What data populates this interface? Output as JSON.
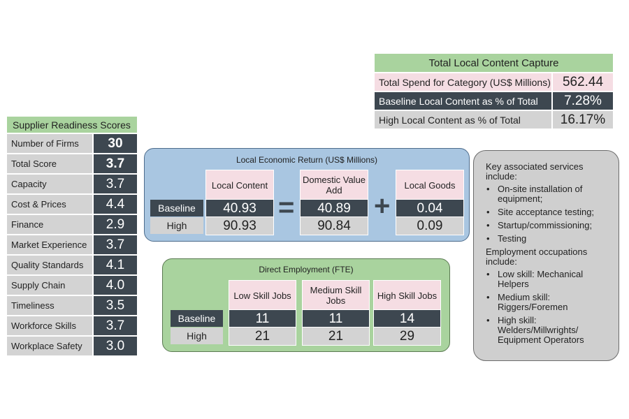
{
  "supplier_readiness": {
    "title": "Supplier Readiness Scores",
    "rows": [
      {
        "label": "Number of Firms",
        "value": "30"
      },
      {
        "label": "Total Score",
        "value": "3.7"
      },
      {
        "label": "Capacity",
        "value": "3.7"
      },
      {
        "label": "Cost & Prices",
        "value": "4.4"
      },
      {
        "label": "Finance",
        "value": "2.9"
      },
      {
        "label": "Market Experience",
        "value": "3.7"
      },
      {
        "label": "Quality Standards",
        "value": "4.1"
      },
      {
        "label": "Supply Chain",
        "value": "4.0"
      },
      {
        "label": "Timeliness",
        "value": "3.5"
      },
      {
        "label": "Workforce Skills",
        "value": "3.7"
      },
      {
        "label": "Workplace Safety",
        "value": "3.0"
      }
    ]
  },
  "total_local_content": {
    "title": "Total Local Content Capture",
    "rows": [
      {
        "label": "Total Spend for Category (US$ Millions)",
        "value": "562.44"
      },
      {
        "label": "Baseline Local Content as % of Total",
        "value": "7.28%"
      },
      {
        "label": "High Local Content as % of Total",
        "value": "16.17%"
      }
    ]
  },
  "local_economic_return": {
    "title": "Local Economic Return (US$ Millions)",
    "row_labels": {
      "baseline": "Baseline",
      "high": "High"
    },
    "columns": [
      {
        "header": "Local Content",
        "baseline": "40.93",
        "high": "90.93"
      },
      {
        "header": "Domestic Value Add",
        "baseline": "40.89",
        "high": "90.84"
      },
      {
        "header": "Local Goods",
        "baseline": "0.04",
        "high": "0.09"
      }
    ],
    "operators": {
      "equals": "=",
      "plus": "+"
    }
  },
  "direct_employment": {
    "title": "Direct Employment (FTE)",
    "row_labels": {
      "baseline": "Baseline",
      "high": "High"
    },
    "columns": [
      {
        "header": "Low Skill Jobs",
        "baseline": "11",
        "high": "21"
      },
      {
        "header": "Medium Skill Jobs",
        "baseline": "11",
        "high": "21"
      },
      {
        "header": "High Skill Jobs",
        "baseline": "14",
        "high": "29"
      }
    ]
  },
  "services": {
    "services_heading": "Key associated services include:",
    "services_items": [
      "On-site installation of equipment;",
      "Site acceptance testing;",
      "Startup/commissioning;",
      "Testing"
    ],
    "occupations_heading": "Employment occupations include:",
    "occupations_items": [
      "Low skill: Mechanical Helpers",
      "Medium skill: Riggers/Foremen",
      "High skill: Welders/Millwrights/ Equipment Operators"
    ]
  }
}
